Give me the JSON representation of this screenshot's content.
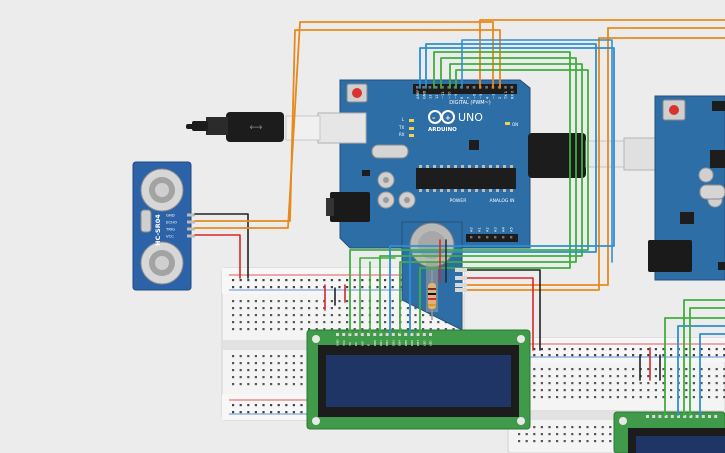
{
  "arduino_main": {
    "brand": "ARDUINO",
    "model": "UNO",
    "digital_header": "DIGITAL (PWM~)",
    "power_header": "POWER",
    "analog_header": "ANALOG IN",
    "top_pins": [
      "AREF",
      "GND",
      "13",
      "12",
      "~11",
      "~10",
      "~9",
      "8",
      "7",
      "~6",
      "~5",
      "4",
      "~3",
      "2",
      "TX 1",
      "RX 0"
    ],
    "power_pins": [
      "IOREF",
      "RESET",
      "3.3V",
      "5V",
      "GND",
      "GND",
      "Vin"
    ],
    "analog_pins": [
      "A0",
      "A1",
      "A2",
      "A3",
      "A4",
      "A5"
    ],
    "led_labels": [
      "L",
      "TX",
      "RX",
      "ON"
    ]
  },
  "sensor": {
    "model": "HC-SR04",
    "pins": [
      "GND",
      "ECHO",
      "TRIG",
      "VCC"
    ]
  },
  "lcd": {
    "pin_labels": [
      "GND",
      "VCC",
      "V0",
      "RS",
      "RW",
      "E",
      "DB0",
      "DB1",
      "DB2",
      "DB3",
      "DB4",
      "DB5",
      "DB6",
      "DB7",
      "LED",
      "LED"
    ]
  },
  "colors": {
    "background": "#ececec",
    "board_blue": "#2e6ea6",
    "wire_orange": "#e8891c",
    "wire_green": "#3fae3f",
    "wire_blue": "#2f8fd1",
    "wire_red": "#d9262b",
    "wire_black": "#222222",
    "lcd_green": "#3f9a4a",
    "lcd_screen": "#1f3566",
    "breadboard": "#f3f3f3"
  }
}
